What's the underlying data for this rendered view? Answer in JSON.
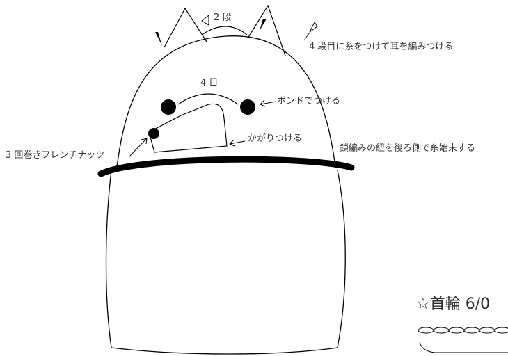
{
  "labels": {
    "rows_2": "2 段",
    "ears": "4 段目に糸をつけて耳を編みつける",
    "stitches_4": "4 目",
    "bond": "ボンドでつける",
    "whip_stitch": "かがりつける",
    "french_knot": "3 回巻きフレンチナッツ",
    "collar_note": "鎖編みの紐を後ろ側で糸始末する",
    "collar_title": "☆首輪 6/0"
  },
  "colors": {
    "line": "#000000",
    "text": "#333333"
  }
}
